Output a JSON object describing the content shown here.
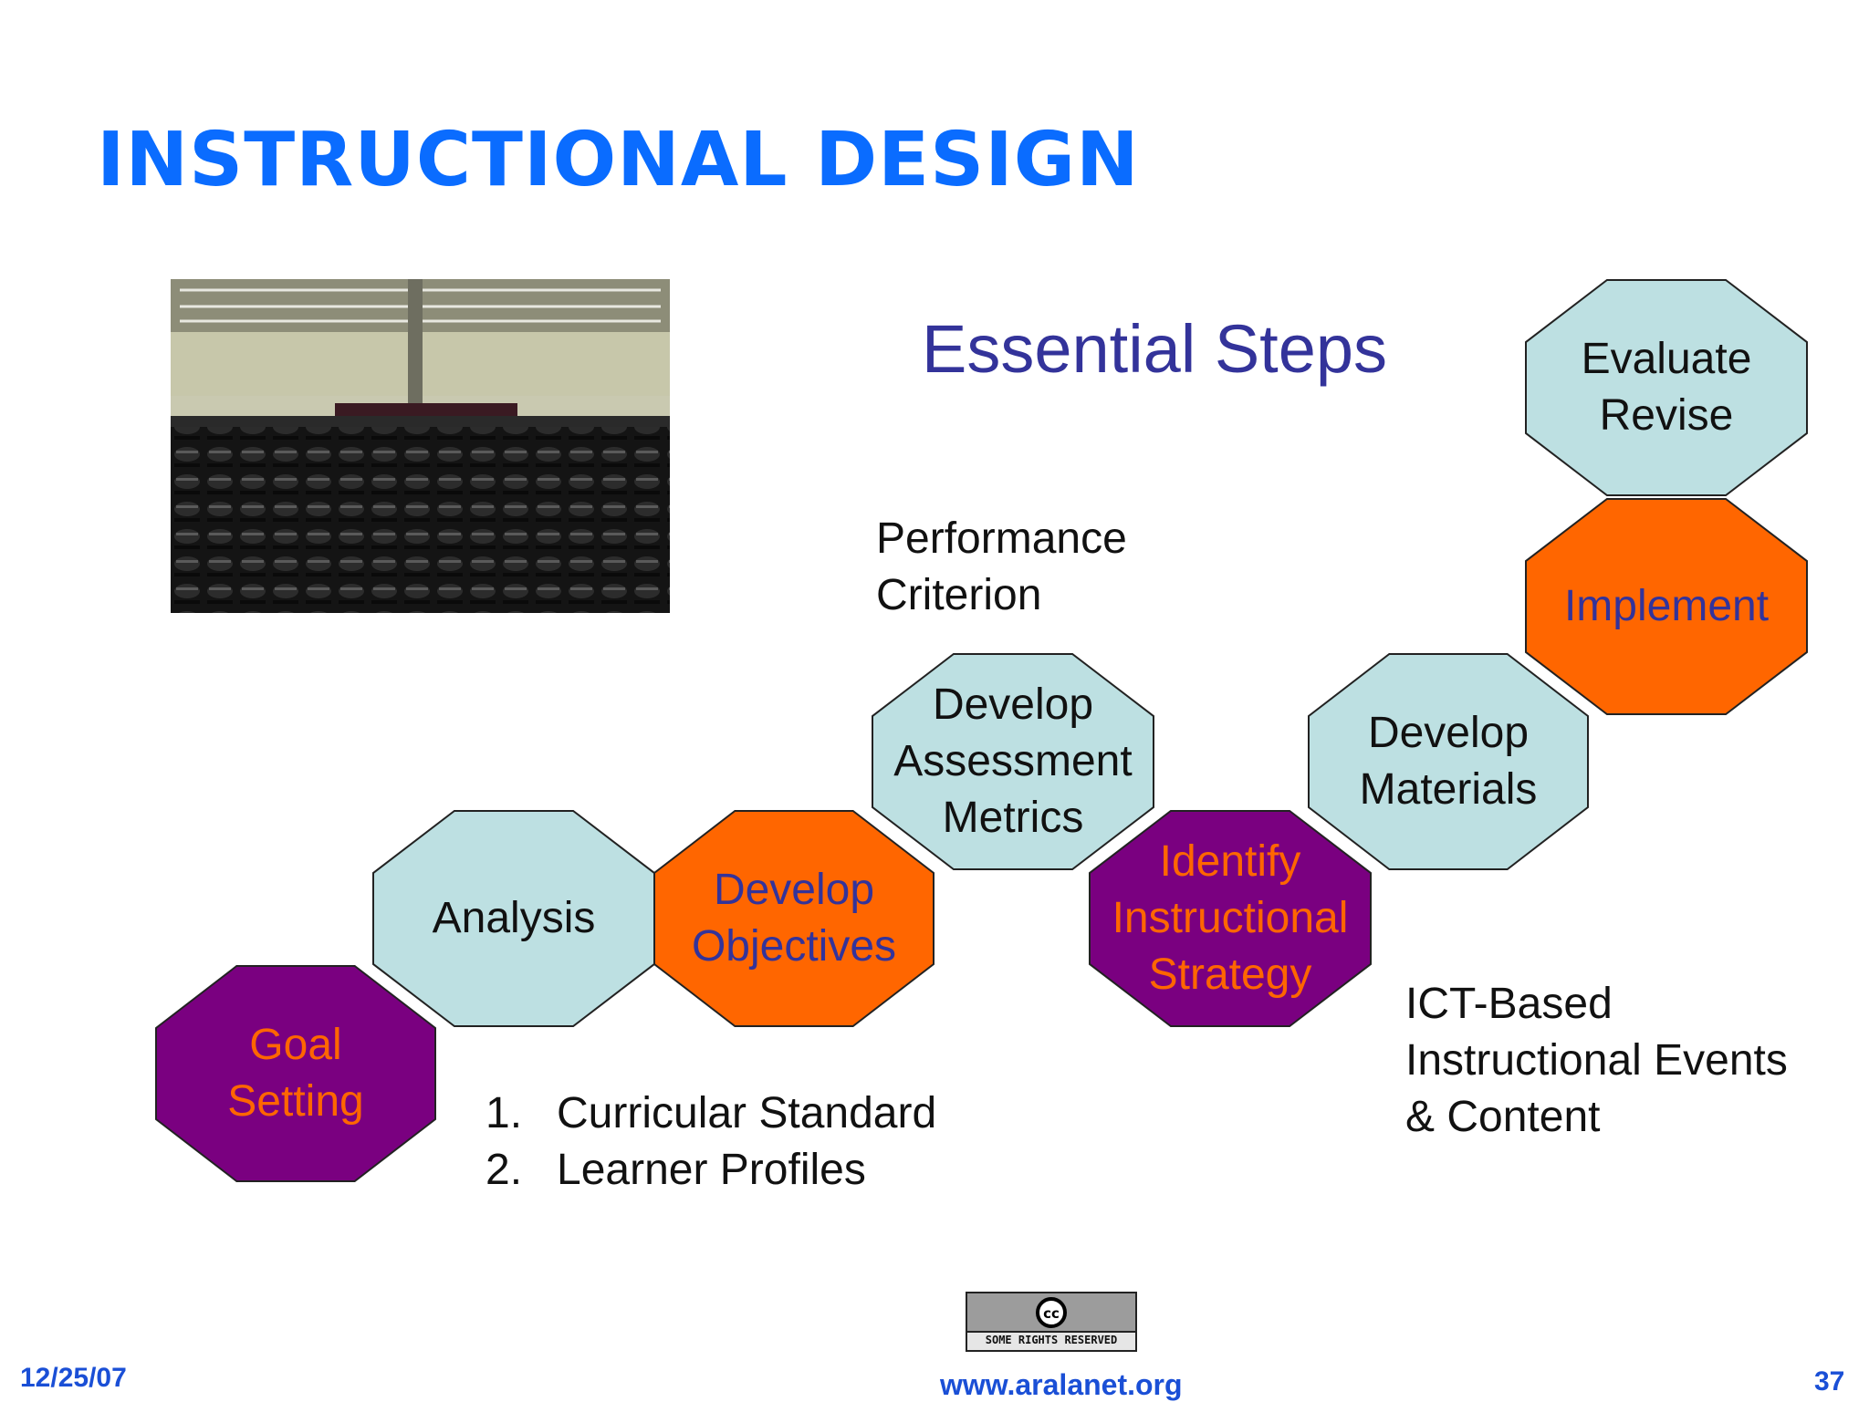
{
  "slide": {
    "title": "INSTRUCTIONAL DESIGN",
    "subtitle": "Essential Steps"
  },
  "colors": {
    "light": "#bde0e2",
    "orange": "#ff6600",
    "purple": "#7a0080",
    "navy_text": "#33339a",
    "orange_text": "#ff6600",
    "black_text": "#111111"
  },
  "steps": [
    {
      "label": "Goal\nSetting",
      "fill": "purple"
    },
    {
      "label": "Analysis",
      "fill": "light"
    },
    {
      "label": "Develop\nObjectives",
      "fill": "orange"
    },
    {
      "label": "Develop\nAssessment\nMetrics",
      "fill": "light"
    },
    {
      "label": "Identify\nInstructional\nStrategy",
      "fill": "purple"
    },
    {
      "label": "Develop\nMaterials",
      "fill": "light"
    },
    {
      "label": "Implement",
      "fill": "orange"
    },
    {
      "label": "Evaluate\nRevise",
      "fill": "light"
    }
  ],
  "notes": {
    "performance": "Performance\nCriterion",
    "list": [
      {
        "num": "1.",
        "text": "Curricular Standard"
      },
      {
        "num": "2.",
        "text": "Learner Profiles"
      }
    ],
    "ict": "ICT-Based\nInstructional Events\n& Content"
  },
  "footer": {
    "date": "12/25/07",
    "url": "www.aralanet.org",
    "page": "37",
    "license_text": "SOME RIGHTS RESERVED"
  }
}
